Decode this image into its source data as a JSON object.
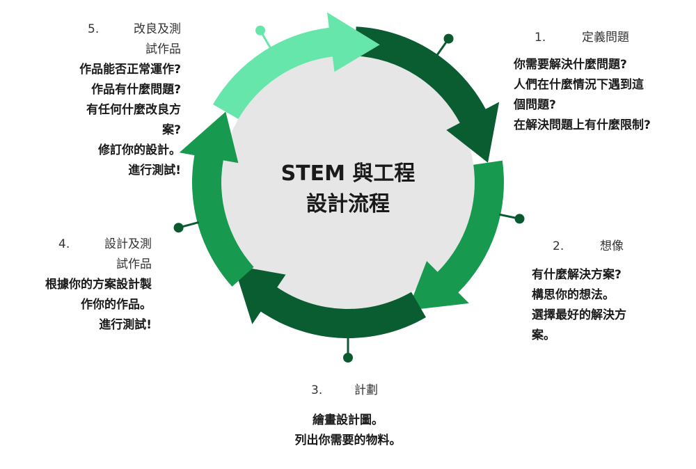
{
  "center_title": {
    "line1": "STEM 與工程",
    "line2": "設計流程"
  },
  "steps": [
    {
      "num": "1.",
      "title": "定義問題",
      "lines": [
        "你需要解決什麼問題?",
        "人們在什麼情況下遇到這",
        "個問題?",
        "在解決問題上有什麼限制?"
      ]
    },
    {
      "num": "2.",
      "title": "想像",
      "lines": [
        "有什麼解決方案?",
        "構思你的想法。",
        "選擇最好的解決方",
        "案。"
      ]
    },
    {
      "num": "3.",
      "title": "計劃",
      "lines": [
        "繪畫設計圖。",
        "列出你需要的物料。"
      ]
    },
    {
      "num": "4.",
      "title": "設計及測",
      "title2": "試作品",
      "lines": [
        "根據你的方案設計製",
        "作你的作品。",
        "進行測試!"
      ]
    },
    {
      "num": "5.",
      "title": "改良及測",
      "title2": "試作品",
      "lines": [
        "作品能否正常運作?",
        "作品有什麼問題?",
        "有任何什麼改良方",
        "案?",
        "修訂你的設計。",
        "進行測試!"
      ]
    }
  ],
  "colors": {
    "segment1": "#0a5c31",
    "segment2": "#17994f",
    "segment3": "#0a5c31",
    "segment4": "#17994f",
    "segment5": "#66e6aa",
    "center_fill": "#e6e6e6",
    "dot": "#0b5a2f",
    "dot_light": "#66e6aa"
  }
}
